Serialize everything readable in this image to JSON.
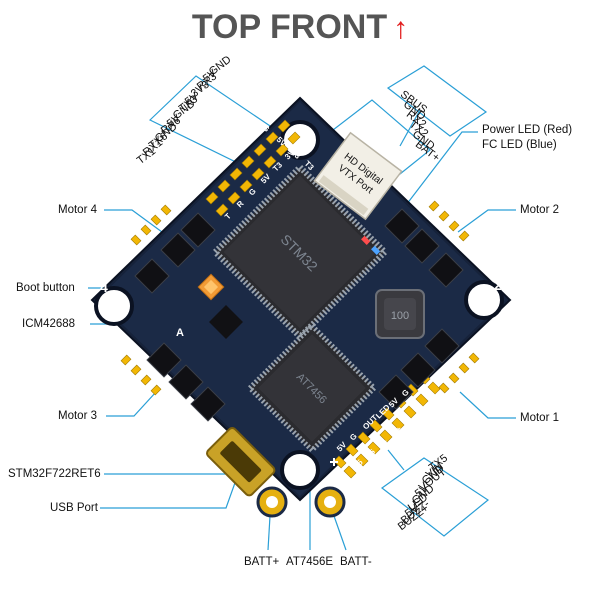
{
  "title": "TOP FRONT",
  "title_arrow": "↑",
  "colors": {
    "accent": "#e11d1d",
    "callout": "#2a9fd6",
    "pcb": "#16223a",
    "pad": "#f2b705",
    "title": "#555555"
  },
  "labels": {
    "motor4": "Motor 4",
    "motor2": "Motor 2",
    "motor3": "Motor 3",
    "motor1": "Motor 1",
    "boot": "Boot button",
    "imu": "ICM42688",
    "mcu": "STM32F722RET6",
    "usb": "USB Port",
    "battp": "BATT+",
    "osd": "AT7456E",
    "battm": "BATT-",
    "led": [
      "Power LED (Red)",
      "FC LED (Blue)"
    ],
    "vtx": [
      "HD Digital",
      "VTX Port"
    ]
  },
  "pins_left": [
    "GND",
    "5V",
    "RX3",
    "3V3",
    "5V",
    "TX3",
    "GND",
    "5V",
    "RX6",
    "GND",
    "TX6",
    "RX1",
    "TX1"
  ],
  "pins_right": [
    "SBUS",
    "GND",
    "RX2",
    "TX2",
    "GND",
    "BAT+"
  ],
  "pins_bottom": [
    "TX5",
    "VIN",
    "GND",
    "VOUT",
    "5V",
    "GND",
    "LED",
    "5V",
    "BUZZ-",
    "BUZZ+"
  ],
  "silk": {
    "corner_nums": [
      "4",
      "2",
      "3",
      "1"
    ],
    "top_row": [
      "G",
      "5V",
      "R3",
      "T3"
    ],
    "top_row2": [
      "3V3",
      "T3",
      "5V",
      "G",
      "R",
      "T"
    ],
    "bottom_row": [
      "5V",
      "G",
      "OUT",
      "LED",
      "5V",
      "G"
    ],
    "bottom_row2": [
      "R5",
      "T5",
      "B-",
      "B+"
    ],
    "chip_main": "STM32",
    "chip_osd": "AT7456",
    "inductor": "100",
    "mark_a": "A"
  }
}
